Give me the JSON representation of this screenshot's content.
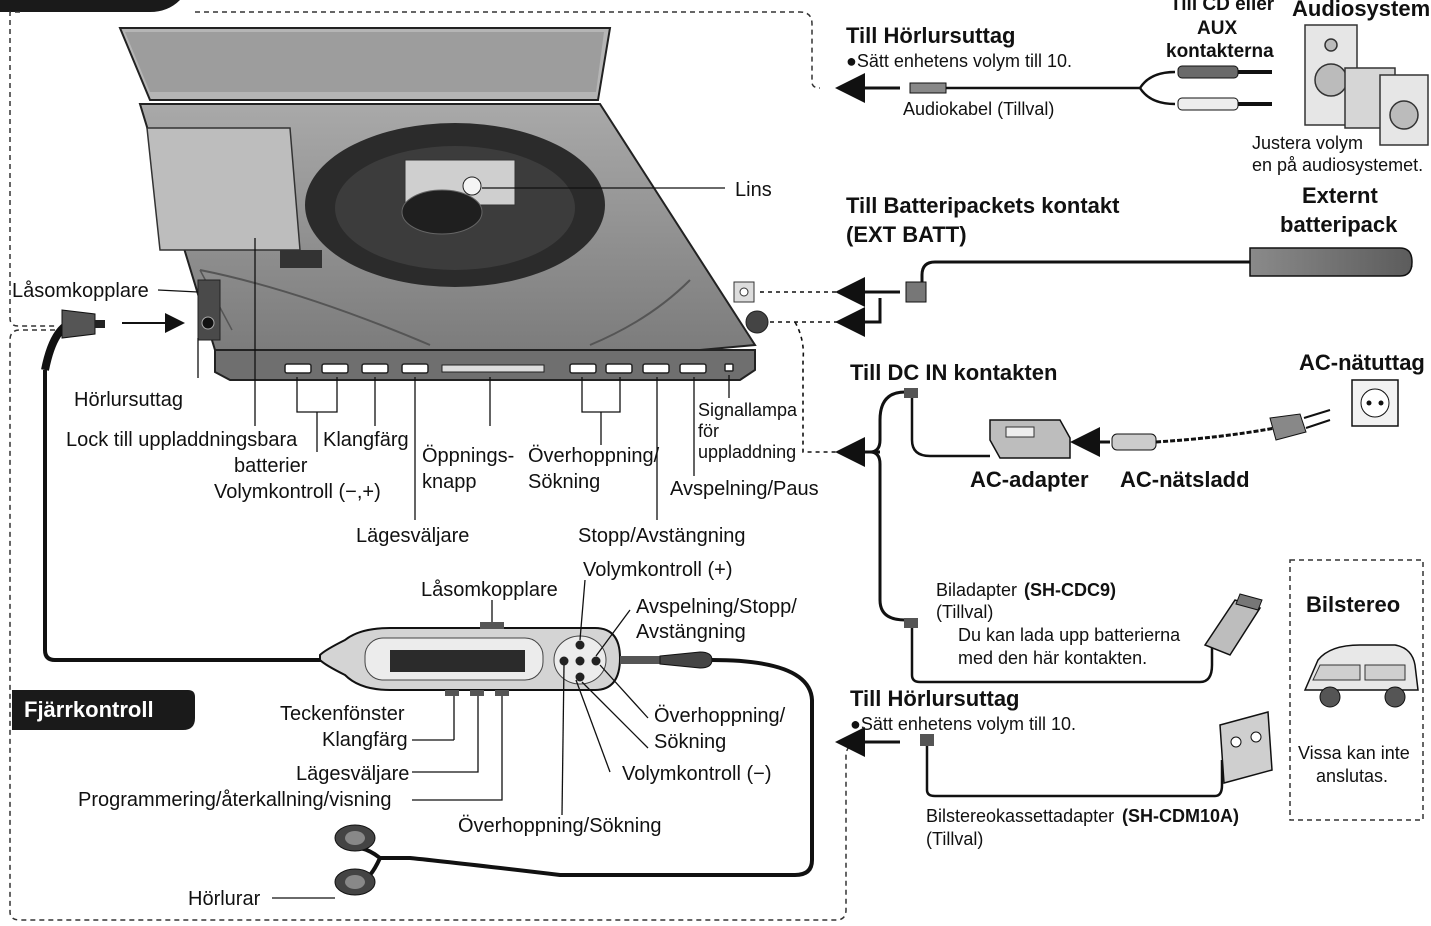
{
  "colors": {
    "background": "#ffffff",
    "ink": "#111111",
    "device_gray": "#8d8d8d",
    "tab_black": "#1a1a1a"
  },
  "main_unit": {
    "lid_lens": "Lins",
    "lock_switch": "Låsomkopplare",
    "headphone_jack": "Hörlursuttag",
    "battery_cover": "Lock till uppladdningsbara",
    "battery_cover_2": "batterier",
    "sound": "Klangfärg",
    "volume": "Volymkontroll (−,+)",
    "open_1": "Öppnings-",
    "open_2": "knapp",
    "skip_1": "Överhoppning/",
    "skip_2": "Sökning",
    "charge_1": "Signallampa",
    "charge_2": "för",
    "charge_3": "uppladdning",
    "play_pause": "Avspelning/Paus",
    "mode": "Lägesväljare",
    "stop_off": "Stopp/Avstängning"
  },
  "audio": {
    "title": "Till Hörlursuttag",
    "note": "●Sätt enhetens volym till 10.",
    "cable": "Audiokabel (Tillval)",
    "cd_aux_1": "Till CD eller",
    "cd_aux_2": "AUX",
    "cd_aux_3": "kontakterna",
    "system": "Audiosystem",
    "adjust_1": "Justera volym",
    "adjust_2": "en på audiosystemet."
  },
  "battery": {
    "title_1": "Till Batteripackets kontakt",
    "title_2": "(EXT BATT)",
    "pack_1": "Externt",
    "pack_2": "batteripack"
  },
  "dcin": {
    "title": "Till DC IN kontakten",
    "outlet": "AC-nätuttag",
    "adapter": "AC-adapter",
    "cord": "AC-nätsladd",
    "car_adapter_a": "Biladapter",
    "car_adapter_b": "(SH-CDC9)",
    "car_opt": "(Tillval)",
    "car_note_1": "Du kan lada upp batterierna",
    "car_note_2": "med den här kontakten."
  },
  "car_stereo": {
    "title": "Bilstereo",
    "note_1": "Vissa kan inte",
    "note_2": "anslutas."
  },
  "car_headphone": {
    "title": "Till Hörlursuttag",
    "note": "●Sätt enhetens volym till 10.",
    "adapter_a": "Bilstereokassettadapter",
    "adapter_b": "(SH-CDM10A)",
    "opt": "(Tillval)"
  },
  "remote": {
    "tab": "Fjärrkontroll",
    "lock": "Låsomkopplare",
    "vol_plus": "Volymkontroll (+)",
    "play_stop_1": "Avspelning/Stopp/",
    "play_stop_2": "Avstängning",
    "display_1": "Teckenfönster",
    "display_2": "Klangfärg",
    "mode": "Lägesväljare",
    "program": "Programmering/återkallning/visning",
    "skip_1": "Överhoppning/",
    "skip_2": "Sökning",
    "vol_minus": "Volymkontroll (−)",
    "skip_search": "Överhoppning/Sökning",
    "earphones": "Hörlurar"
  }
}
